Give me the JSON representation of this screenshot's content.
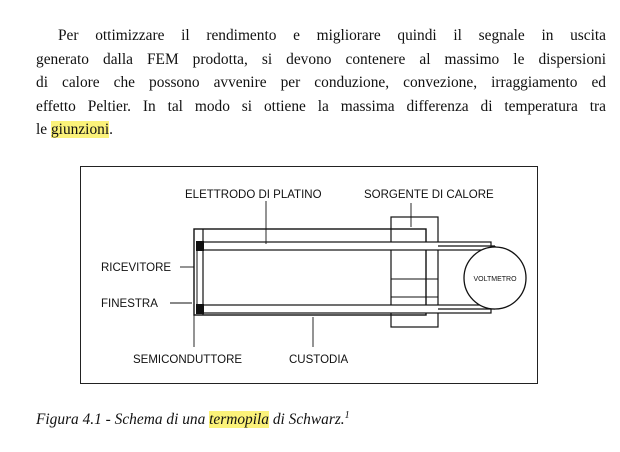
{
  "paragraph": {
    "line1": "Per ottimizzare il rendimento e migliorare quindi il segnale in uscita",
    "line2": "generato dalla FEM prodotta, si devono contenere al massimo le dispersioni",
    "line3": "di calore che possono avvenire per conduzione, convezione, irraggiamento ed",
    "line4": "effetto Peltier. In tal modo si ottiene la massima differenza di temperatura tra",
    "line5_pre": "le ",
    "line5_highlight": "giunzioni",
    "line5_post": "."
  },
  "diagram": {
    "labels": {
      "elettrodo": "ELETTRODO DI PLATINO",
      "sorgente": "SORGENTE DI CALORE",
      "ricevitore": "RICEVITORE",
      "finestra": "FINESTRA",
      "semiconduttore": "SEMICONDUTTORE",
      "custodia": "CUSTODIA",
      "voltmetro": "VOLTMETRO"
    }
  },
  "caption": {
    "pre": "Figura 4.1 - Schema di una ",
    "highlight": "termopila",
    "post": " di Schwarz.",
    "footnote": "1"
  },
  "colors": {
    "highlight": "#fbf27a",
    "ink": "#111111"
  }
}
